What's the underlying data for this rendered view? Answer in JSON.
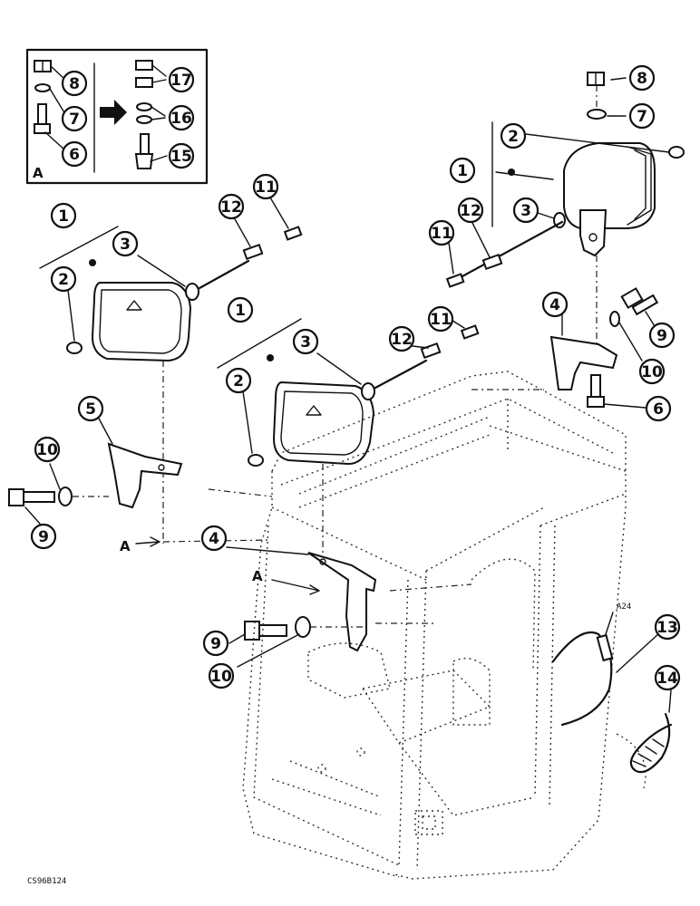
{
  "diagram_code": "CS96B124",
  "detail_label": "A",
  "arrow_labels": [
    "A",
    "A"
  ],
  "connector_label": "A24",
  "callouts": [
    "8",
    "7",
    "6",
    "17",
    "16",
    "15",
    "8",
    "7",
    "2",
    "1",
    "3",
    "12",
    "11",
    "11",
    "12",
    "1",
    "2",
    "3",
    "12",
    "11",
    "1",
    "2",
    "3",
    "4",
    "9",
    "10",
    "6",
    "5",
    "10",
    "9",
    "4",
    "9",
    "10",
    "13",
    "14"
  ]
}
